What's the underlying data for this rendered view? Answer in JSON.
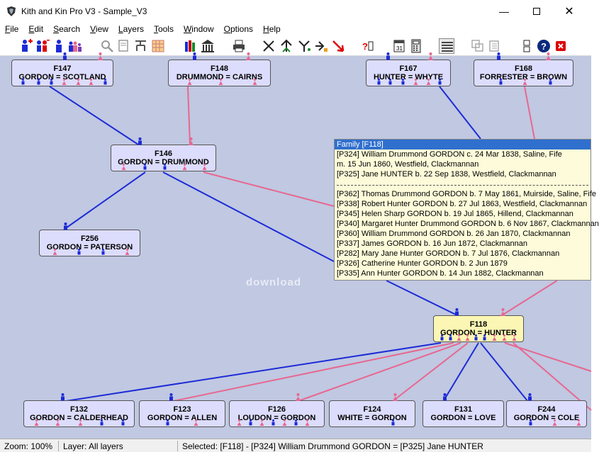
{
  "window": {
    "title": "Kith and Kin Pro V3 - Sample_V3"
  },
  "menu": [
    {
      "key": "F",
      "rest": "ile"
    },
    {
      "key": "E",
      "rest": "dit"
    },
    {
      "key": "S",
      "rest": "earch"
    },
    {
      "key": "V",
      "rest": "iew"
    },
    {
      "key": "L",
      "rest": "ayers"
    },
    {
      "key": "T",
      "rest": "ools"
    },
    {
      "key": "W",
      "rest": "indow"
    },
    {
      "key": "O",
      "rest": "ptions"
    },
    {
      "key": "H",
      "rest": "elp"
    }
  ],
  "colors": {
    "male": "#1d2bd6",
    "female": "#e8678f",
    "canvas": "#c0c8e2",
    "box": "#dcdcfc",
    "selected_box": "#fbf6b4"
  },
  "families": [
    {
      "id": "F147",
      "names": "GORDON = SCOTLAND"
    },
    {
      "id": "F148",
      "names": "DRUMMOND = CAIRNS"
    },
    {
      "id": "F167",
      "names": "HUNTER = WHYTE"
    },
    {
      "id": "F168",
      "names": "FORRESTER = BROWN"
    },
    {
      "id": "F146",
      "names": "GORDON = DRUMMOND"
    },
    {
      "id": "F256",
      "names": "GORDON = PATERSON"
    },
    {
      "id": "F118",
      "names": "GORDON = HUNTER"
    },
    {
      "id": "F132",
      "names": "GORDON = CALDERHEAD"
    },
    {
      "id": "F123",
      "names": "GORDON = ALLEN"
    },
    {
      "id": "F126",
      "names": "LOUDON = GORDON"
    },
    {
      "id": "F124",
      "names": "WHITE = GORDON"
    },
    {
      "id": "F131",
      "names": "GORDON = LOVE"
    },
    {
      "id": "F244",
      "names": "GORDON = COLE"
    }
  ],
  "popup": {
    "title": "Family [F118]",
    "lines": [
      "[P324] William Drummond GORDON c. 24 Mar 1838, Saline, Fife",
      "m. 15 Jun 1860, Westfield, Clackmannan",
      "[P325] Jane HUNTER b. 22 Sep 1838, Westfield, Clackmannan"
    ],
    "children": [
      "[P362] Thomas Drummond GORDON b. 7 May 1861, Muirside, Saline, Fife",
      "[P338] Robert Hunter GORDON b. 27 Jul 1863, Westfield, Clackmannan",
      "[P345] Helen Sharp GORDON b. 19 Jul 1865, Hillend, Clackmannan",
      "[P340] Margaret Hunter Drummond GORDON b. 6 Nov 1867, Clackmannan",
      "[P360] William Drummond GORDON b. 26 Jan 1870, Clackmannan",
      "[P337] James GORDON b. 16 Jun 1872, Clackmannan",
      "[P282] Mary Jane Hunter GORDON b. 7 Jul 1876, Clackmannan",
      "[P326] Catherine Hunter GORDON b. 2 Jun 1879",
      "[P335] Ann Hunter GORDON b. 14 Jun 1882, Clackmannan"
    ]
  },
  "watermark": "download",
  "status": {
    "zoom": "Zoom: 100%",
    "layer": "Layer: All layers",
    "selected": "Selected: [F118] - [P324] William Drummond GORDON = [P325] Jane HUNTER"
  }
}
